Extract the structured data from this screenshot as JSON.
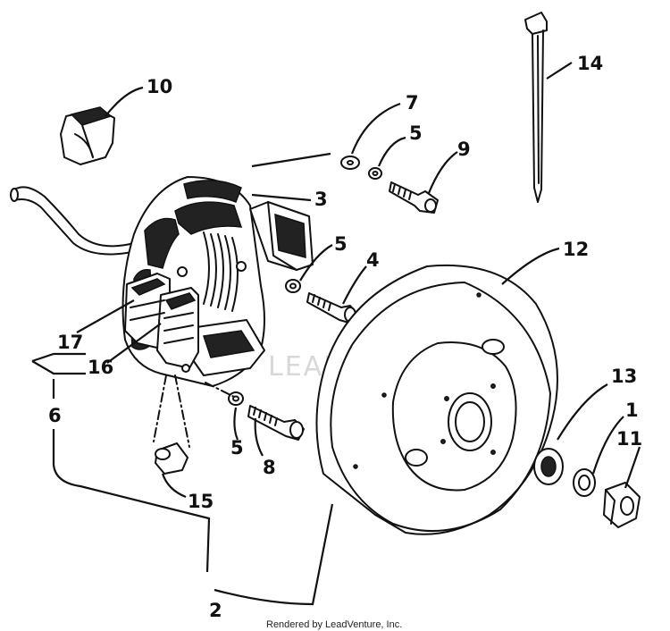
{
  "watermark": "LEADVENTURE",
  "credit": "Rendered by LeadVenture, Inc.",
  "callouts": {
    "c1": "1",
    "c2": "2",
    "c3": "3",
    "c4": "4",
    "c5a": "5",
    "c5b": "5",
    "c5c": "5",
    "c6": "6",
    "c7": "7",
    "c8": "8",
    "c9": "9",
    "c10": "10",
    "c11": "11",
    "c12": "12",
    "c13": "13",
    "c14": "14",
    "c15": "15",
    "c16": "16",
    "c17": "17"
  }
}
